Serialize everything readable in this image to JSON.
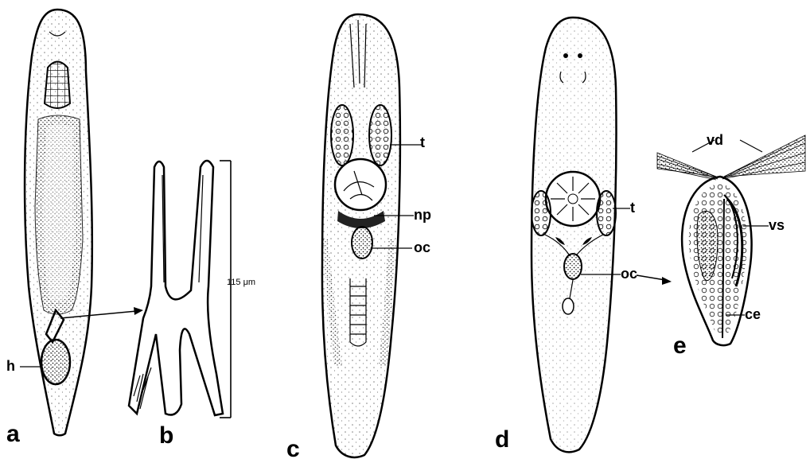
{
  "figure": {
    "panels": [
      "a",
      "b",
      "c",
      "d",
      "e"
    ],
    "labels": {
      "a_h": "h",
      "b_scale": "115 μm",
      "c_t": "t",
      "c_np": "np",
      "c_oc": "oc",
      "d_t": "t",
      "d_oc": "oc",
      "e_vd": "vd",
      "e_vs": "vs",
      "e_ce": "ce"
    }
  }
}
